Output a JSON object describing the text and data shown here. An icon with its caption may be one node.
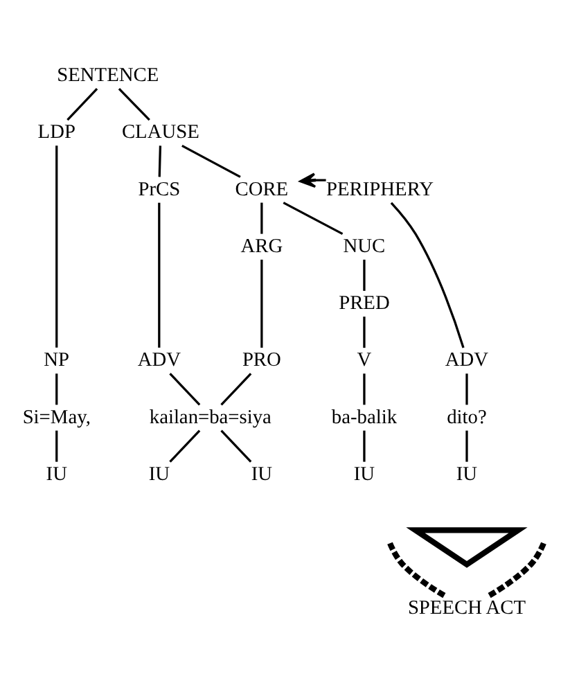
{
  "diagram": {
    "nodes": [
      {
        "text": [
          "SENTENCE"
        ]
      },
      {
        "text": [
          "LDP"
        ]
      },
      {
        "text": [
          "CLAUSE"
        ]
      },
      {
        "text": [
          "PrCS"
        ]
      },
      {
        "text": [
          "CORE"
        ]
      },
      {
        "text": [
          "PERIPHERY"
        ]
      },
      {
        "text": [
          "ARG"
        ]
      },
      {
        "text": [
          "NUC"
        ]
      },
      {
        "text": [
          "PRED"
        ]
      },
      {
        "text": [
          "NP"
        ]
      },
      {
        "text": [
          "ADV"
        ]
      },
      {
        "text": [
          "PRO"
        ]
      },
      {
        "text": [
          "V"
        ]
      },
      {
        "text": [
          "ADV"
        ]
      },
      {
        "text": [
          "Si=May,"
        ]
      },
      {
        "text": [
          "kailan=ba=siya"
        ]
      },
      {
        "text": [
          "ba-balik"
        ]
      },
      {
        "text": [
          "dito?"
        ]
      },
      {
        "text": [
          "IU"
        ]
      },
      {
        "text": [
          "IU"
        ]
      },
      {
        "text": [
          "IU"
        ]
      },
      {
        "text": [
          "IU"
        ]
      },
      {
        "text": [
          "IU"
        ]
      },
      {
        "text": [],
        "shape": "triangle"
      },
      {
        "text": [
          "SPEECH ACT"
        ]
      }
    ],
    "edges": [
      {
        "from": 0,
        "to": 1,
        "arrow": "none"
      },
      {
        "from": 0,
        "to": 2,
        "arrow": "none"
      },
      {
        "from": 2,
        "to": 3,
        "arrow": "none"
      },
      {
        "from": 2,
        "to": 4,
        "arrow": "none"
      },
      {
        "from": 5,
        "to": 4,
        "arrow": "to"
      },
      {
        "from": 4,
        "to": 6,
        "arrow": "none"
      },
      {
        "from": 4,
        "to": 7,
        "arrow": "none"
      },
      {
        "from": 7,
        "to": 8,
        "arrow": "none"
      },
      {
        "from": 1,
        "to": 9,
        "arrow": "none"
      },
      {
        "from": 3,
        "to": 10,
        "arrow": "none"
      },
      {
        "from": 6,
        "to": 11,
        "arrow": "none"
      },
      {
        "from": 8,
        "to": 12,
        "arrow": "none"
      },
      {
        "from": 5,
        "to": 13,
        "arrow": "none"
      },
      {
        "from": 9,
        "to": 14,
        "arrow": "none"
      },
      {
        "from": 10,
        "to": 15,
        "arrow": "none"
      },
      {
        "from": 11,
        "to": 15,
        "arrow": "none"
      },
      {
        "from": 12,
        "to": 16,
        "arrow": "none"
      },
      {
        "from": 13,
        "to": 17,
        "arrow": "none"
      },
      {
        "from": 14,
        "to": 18,
        "arrow": "none"
      },
      {
        "from": 15,
        "to": 19,
        "arrow": "none"
      },
      {
        "from": 15,
        "to": 20,
        "arrow": "none"
      },
      {
        "from": 16,
        "to": 21,
        "arrow": "none"
      },
      {
        "from": 17,
        "to": 22,
        "arrow": "none"
      },
      {
        "from": 24,
        "to": null,
        "arrow": "none",
        "style": "dashed"
      },
      {
        "from": 24,
        "to": null,
        "arrow": "none",
        "style": "dashed"
      }
    ]
  }
}
